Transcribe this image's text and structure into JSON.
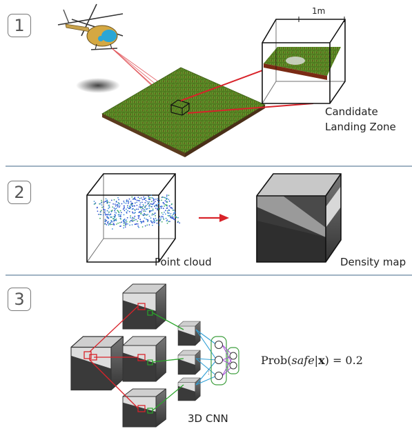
{
  "steps": [
    "1",
    "2",
    "3"
  ],
  "panel1": {
    "scale_label": "1m",
    "zone_label_line1": "Candidate",
    "zone_label_line2": "Landing Zone"
  },
  "panel2": {
    "left_label": "Point cloud",
    "right_label": "Density map"
  },
  "panel3": {
    "network_label": "3D CNN",
    "formula_prefix": "Prob(",
    "formula_var": "safe",
    "formula_bar": "|",
    "formula_x": "x",
    "formula_suffix": ") = 0.2"
  },
  "colors": {
    "laser_red": "#d8232a",
    "divider": "#9fb2c3",
    "grass": "#4e7a1c",
    "link_green": "#2aa52a",
    "link_blue": "#2f9fd6",
    "link_purple": "#a64fd6",
    "node_green": "#3f9f3f"
  }
}
